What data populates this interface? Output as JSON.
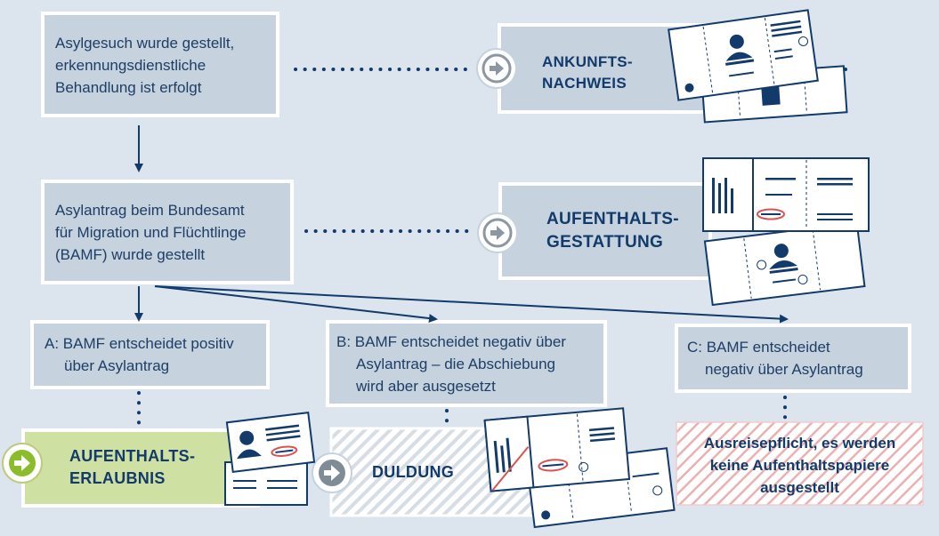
{
  "steps": {
    "step1": {
      "lines": [
        "Asylgesuch wurde gestellt,",
        "erkennungsdienstliche",
        "Behandlung ist erfolgt"
      ]
    },
    "step2": {
      "lines": [
        "Asylantrag beim Bundesamt",
        "für Migration und Flüchtlinge",
        "(BAMF) wurde gestellt"
      ]
    }
  },
  "outcomes": {
    "a": {
      "lines": [
        "A: BAMF entscheidet positiv",
        "über Asylantrag"
      ]
    },
    "b": {
      "lines": [
        "B: BAMF entscheidet negativ über",
        "Asylantrag – die Abschiebung",
        "wird aber ausgesetzt"
      ]
    },
    "c": {
      "lines": [
        "C: BAMF entscheidet",
        "negativ über Asylantrag"
      ]
    }
  },
  "documents": {
    "ankunftsnachweis": {
      "lines": [
        "ANKUNFTS-",
        "NACHWEIS"
      ]
    },
    "aufenthaltsgestattung": {
      "lines": [
        "AUFENTHALTS-",
        "GESTATTUNG"
      ]
    },
    "aufenthaltserlaubnis": {
      "lines": [
        "AUFENTHALTS-",
        "ERLAUBNIS"
      ]
    },
    "duldung": {
      "lines": [
        "DULDUNG"
      ]
    },
    "ausreisepflicht": {
      "lines": [
        "Ausreisepflicht, es werden",
        "keine Aufenthaltspapiere",
        "ausgestellt"
      ]
    }
  },
  "colors": {
    "background": "#dce4ed",
    "box_fill": "#c6d2dd",
    "navy": "#123a6b",
    "green_fill": "#cfe0a3",
    "green_icon": "#8bbd2a",
    "grey_icon": "#7f8b96",
    "red_hatch": "#e7a3a3"
  }
}
